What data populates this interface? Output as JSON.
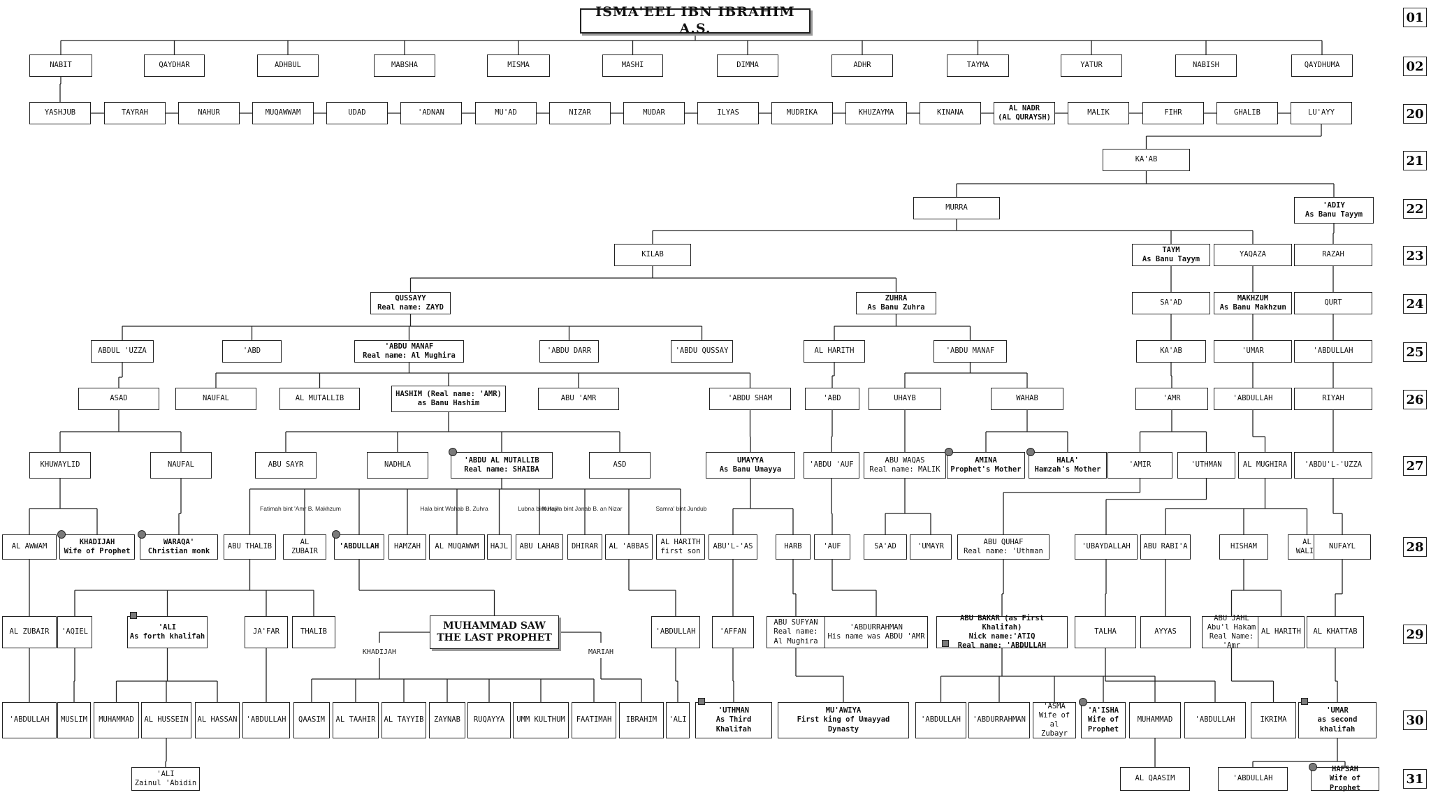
{
  "title": "ISMA'EEL IBN IBRAHIM A.S.",
  "generations": [
    "01",
    "02",
    "20",
    "21",
    "22",
    "23",
    "24",
    "25",
    "26",
    "27",
    "28",
    "29",
    "30",
    "31"
  ],
  "nodes": {
    "root": "ISMA'EEL IBN IBRAHIM A.S.",
    "nabit": "NABIT",
    "qaydhar": "QAYDHAR",
    "adhbul": "ADHBUL",
    "mabsha": "MABSHA",
    "misma": "MISMA",
    "mashi": "MASHI",
    "dimma": "DIMMA",
    "adhr": "ADHR",
    "tayma": "TAYMA",
    "yatur": "YATUR",
    "nabish": "NABISH",
    "qaydhuma": "QAYDHUMA",
    "yashjub": "YASHJUB",
    "tayrah": "TAYRAH",
    "nahur": "NAHUR",
    "muqawwam": "MUQAWWAM",
    "udad": "UDAD",
    "adnan": "'ADNAN",
    "muad": "MU'AD",
    "nizar": "NIZAR",
    "mudar": "MUDAR",
    "ilyas": "ILYAS",
    "mudrika": "MUDRIKA",
    "khuzayma": "KHUZAYMA",
    "kinana": "KINANA",
    "alnadr": "AL NADR\n(AL QURAYSH)",
    "malik": "MALIK",
    "fihr": "FIHR",
    "ghalib": "GHALIB",
    "luayy": "LU'AYY",
    "kaab": "KA'AB",
    "murra": "MURRA",
    "adiy": "'ADIY\nAs Banu Tayym",
    "kilab": "KILAB",
    "taym": "TAYM\nAs Banu Tayym",
    "yaqaza": "YAQAZA",
    "razah": "RAZAH",
    "qussayy": "QUSSAYY\nReal name: ZAYD",
    "zuhra": "ZUHRA\nAs Banu Zuhra",
    "saad24": "SA'AD",
    "makhzum": "MAKHZUM\nAs Banu Makhzum",
    "qurt": "QURT",
    "abduluzza": "ABDUL 'UZZA",
    "abd25": "'ABD",
    "abdumanaf": "'ABDU MANAF\nReal name: Al Mughira",
    "abdudarr": "'ABDU DARR",
    "abduqussay": "'ABDU QUSSAY",
    "alharith25": "AL HARITH",
    "abdumanafz": "'ABDU MANAF",
    "kaab25": "KA'AB",
    "umar25": "'UMAR",
    "abdullah25": "'ABDULLAH",
    "asad": "ASAD",
    "naufal26": "NAUFAL",
    "almutallib": "AL MUTALLIB",
    "hashim": "HASHIM (Real name: 'AMR)\nas Banu Hashim",
    "abuamr": "ABU 'AMR",
    "abdusham": "'ABDU SHAM",
    "abd26": "'ABD",
    "uhayb": "UHAYB",
    "wahab": "WAHAB",
    "amr26": "'AMR",
    "abdullah26": "'ABDULLAH",
    "riyah": "RIYAH",
    "khuwaylid": "KHUWAYLID",
    "naufal27": "NAUFAL",
    "abusayr": "ABU SAYR",
    "nadhla": "NADHLA",
    "abdulmutallib": "'ABDU AL MUTALLIB\nReal name: SHAIBA",
    "asd": "ASD",
    "umayya": "UMAYYA\nAs Banu Umayya",
    "abduauf": "'ABDU 'AUF",
    "abuwaqas": "ABU WAQAS\nReal name: MALIK",
    "amina": "AMINA\nProphet's Mother",
    "hala": "HALA'\nHamzah's Mother",
    "amir": "'AMIR",
    "uthman27": "'UTHMAN",
    "almughira": "AL MUGHIRA",
    "abdulluzza": "'ABDU'L-'UZZA",
    "alawwam": "AL AWWAM",
    "khadijah": "KHADIJAH\nWife of Prophet",
    "waraqa": "WARAQA'\nChristian monk",
    "abuthalib": "ABU THALIB",
    "alzubair28": "AL ZUBAIR",
    "abdullah28": "'ABDULLAH",
    "hamzah": "HAMZAH",
    "almuqawwm": "AL MUQAWWM",
    "hajl": "HAJL",
    "abulahab": "ABU LAHAB",
    "dhirar": "DHIRAR",
    "alabbas": "AL 'ABBAS",
    "alharith28": "AL HARITH\nfirst son",
    "abulas": "ABU'L-'AS",
    "harb": "HARB",
    "auf": "'AUF",
    "saad28": "SA'AD",
    "umayr": "'UMAYR",
    "abuquhaf": "ABU QUHAF\nReal name: 'Uthman",
    "ubaydallah": "'UBAYDALLAH",
    "aburabia": "ABU RABI'A",
    "hisham": "HISHAM",
    "alwalid": "AL WALID",
    "nufayl": "NUFAYL",
    "alzubair29": "AL ZUBAIR",
    "aqiel": "'AQIEL",
    "ali29": "'ALI\nAs forth khalifah",
    "jafar": "JA'FAR",
    "thalib": "THALIB",
    "muhammad": "MUHAMMAD SAW\nTHE LAST PROPHET",
    "abdullah29": "'ABDULLAH",
    "affan": "'AFFAN",
    "abusufyan": "ABU SUFYAN\nReal name:\nAl Mughira",
    "abdurrahman29": "'ABDURRAHMAN\nHis name was ABDU 'AMR",
    "abubakar": "ABU BAKAR (as First Khalifah)\nNick name:'ATIQ\nReal name: 'ABDULLAH",
    "talha": "TALHA",
    "ayyas": "AYYAS",
    "abujahl": "ABU JAHL\nAbu'l Hakam\nReal Name: 'Amr",
    "alharith29": "AL HARITH",
    "alkhattab": "AL KHATTAB",
    "abdullah30a": "'ABDULLAH",
    "muslim": "MUSLIM",
    "muhammad30": "MUHAMMAD",
    "alhussein": "AL HUSSEIN",
    "alhassan": "AL HASSAN",
    "abdullah30b": "'ABDULLAH",
    "qaasim": "QAASIM",
    "altaahir": "AL TAAHIR",
    "altayyib": "AL TAYYIB",
    "zaynab": "ZAYNAB",
    "ruqayya": "RUQAYYA",
    "ummkulthum": "UMM KULTHUM",
    "faatimah": "FAATIMAH",
    "ibrahim": "IBRAHIM",
    "ali30": "'ALI",
    "uthman30": "'UTHMAN\nAs Third Khalifah",
    "muawiya": "MU'AWIYA\nFirst king of Umayyad Dynasty",
    "abdullah30c": "'ABDULLAH",
    "abdurrahman30": "'ABDURRAHMAN",
    "asma": "'ASMA\nWife of al\nZubayr",
    "aisha": "'A'ISHA\nWife of\nProphet",
    "muhammad30b": "MUHAMMAD",
    "abdullah30d": "'ABDULLAH",
    "ikrima": "IKRIMA",
    "umar30": "'UMAR\nas second khalifah",
    "ali31": "'ALI\nZainul 'Abidin",
    "alqaasim": "AL QAASIM",
    "abdullah31": "'ABDULLAH",
    "hafsah": "HAFSAH\nWife of Prophet"
  },
  "labels": {
    "fatimah": "Fatimah bint 'Amr B. Makhzum",
    "hala_bint": "Hala bint Wahab B. Zuhra",
    "lubna": "Lubna bint Hajir",
    "nutayla": "Nutayla bint Janab B. an Nizar",
    "samra": "Samra' bint Jundub",
    "khadijah_lbl": "KHADIJAH",
    "mariah_lbl": "MARIAH"
  },
  "markers": {
    "circles": [
      "abdulmutallib",
      "amina",
      "hala",
      "khadijah",
      "waraqa",
      "abdullah28",
      "aisha",
      "hafsah"
    ],
    "squares": [
      "ali29",
      "abubakar",
      "uthman30",
      "umar30"
    ]
  }
}
